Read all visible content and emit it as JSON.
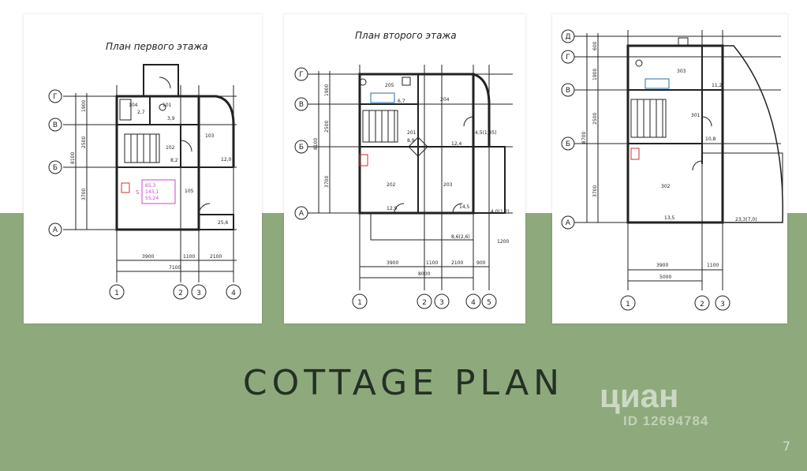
{
  "sheets": [
    {
      "title": "План первого этажа",
      "axes_letters": [
        "Г",
        "В",
        "Б",
        "А"
      ],
      "axes_numbers": [
        "1",
        "2",
        "3",
        "4"
      ],
      "dims_vertical": [
        "1900",
        "2500",
        "8100",
        "3700"
      ],
      "dims_horizontal": [
        "3900",
        "1100",
        "2100",
        "7100"
      ],
      "rooms": [
        "104",
        "101",
        "102",
        "103",
        "105"
      ],
      "areas": [
        "2,7",
        "3,9",
        "8,2",
        "12,0",
        "25,6"
      ],
      "stamp": [
        "65,3",
        "143,1",
        "55,24"
      ],
      "stamp_label": "S"
    },
    {
      "title": "План второго этажа",
      "axes_letters": [
        "Г",
        "В",
        "Б",
        "А"
      ],
      "axes_numbers": [
        "1",
        "2",
        "3",
        "4",
        "5"
      ],
      "dims_vertical": [
        "1900",
        "2500",
        "8100",
        "3700"
      ],
      "dims_horizontal": [
        "3900",
        "1100",
        "2100",
        "900",
        "8000",
        "1200"
      ],
      "rooms": [
        "205",
        "204",
        "201",
        "202",
        "203"
      ],
      "areas": [
        "6,7",
        "8,9",
        "12,4",
        "4,5(1,35)",
        "12,9",
        "14,5",
        "4,0(1,2)",
        "8,6(2,6)"
      ]
    },
    {
      "title": "",
      "axes_letters": [
        "Д",
        "Г",
        "В",
        "Б",
        "А"
      ],
      "axes_numbers": [
        "1",
        "2",
        "3"
      ],
      "dims_vertical": [
        "600",
        "1900",
        "2500",
        "8700",
        "3700"
      ],
      "dims_horizontal": [
        "3900",
        "1100",
        "5000"
      ],
      "rooms": [
        "303",
        "301",
        "302"
      ],
      "areas": [
        "11,2",
        "10,8",
        "13,5",
        "23,3(7,0)"
      ]
    }
  ],
  "caption": "COTTAGE PLAN",
  "watermark": {
    "brand": "циан",
    "id": "ID 12694784"
  },
  "page_number": "7",
  "colors": {
    "band": "#8eaa7c",
    "caption": "#253025",
    "sheet": "#ffffff",
    "line": "#222222"
  }
}
